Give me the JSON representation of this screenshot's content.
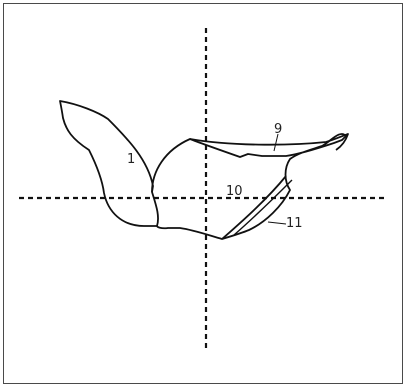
{
  "figure": {
    "labels": {
      "part_1": "1",
      "part_9": "9",
      "part_10": "10",
      "part_11": "11"
    },
    "colors": {
      "stroke": "#111111",
      "frame": "#4a4a4a",
      "background": "#ffffff"
    }
  }
}
